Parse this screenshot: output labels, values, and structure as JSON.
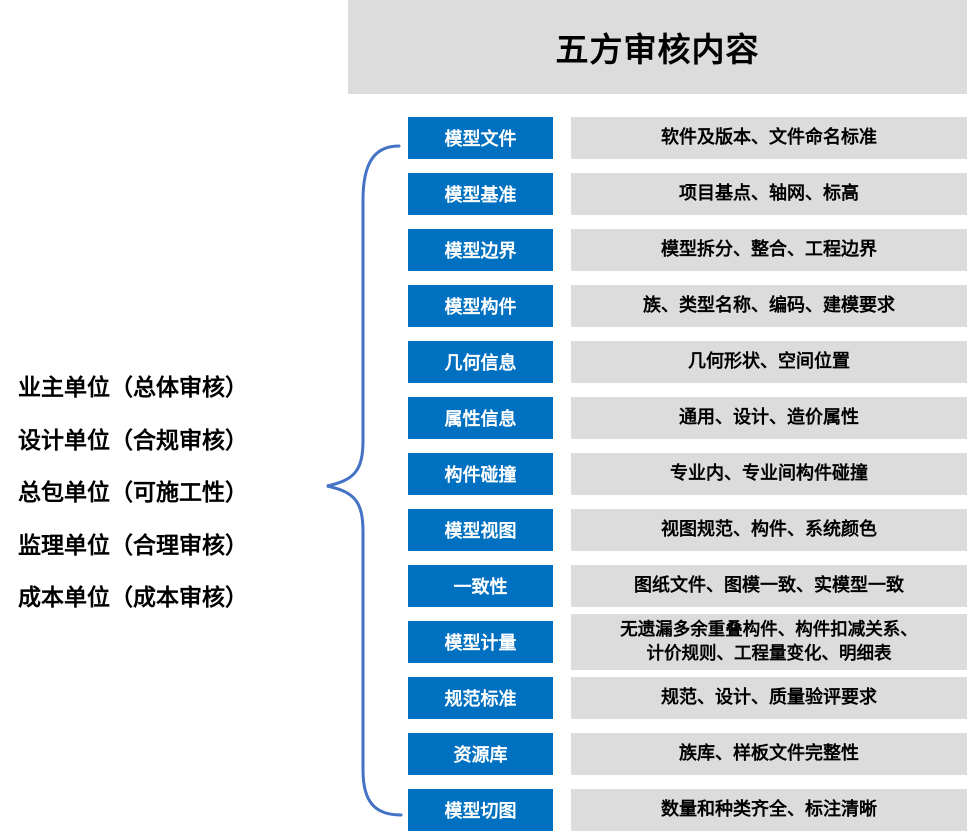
{
  "title": "五方审核内容",
  "parties": [
    "业主单位（总体审核）",
    "设计单位（合规审核）",
    "总包单位（可施工性）",
    "监理单位（合理审核）",
    "成本单位（成本审核）"
  ],
  "items": [
    {
      "category": "模型文件",
      "content": "软件及版本、文件命名标准"
    },
    {
      "category": "模型基准",
      "content": "项目基点、轴网、标高"
    },
    {
      "category": "模型边界",
      "content": "模型拆分、整合、工程边界"
    },
    {
      "category": "模型构件",
      "content": "族、类型名称、编码、建模要求"
    },
    {
      "category": "几何信息",
      "content": "几何形状、空间位置"
    },
    {
      "category": "属性信息",
      "content": "通用、设计、造价属性"
    },
    {
      "category": "构件碰撞",
      "content": "专业内、专业间构件碰撞"
    },
    {
      "category": "模型视图",
      "content": "视图规范、构件、系统颜色"
    },
    {
      "category": "一致性",
      "content": "图纸文件、图模一致、实模型一致"
    },
    {
      "category": "模型计量",
      "content_line1": "无遗漏多余重叠构件、构件扣减关系、",
      "content_line2": "计价规则、工程量变化、明细表"
    },
    {
      "category": "规范标准",
      "content": "规范、设计、质量验评要求"
    },
    {
      "category": "资源库",
      "content": "族库、样板文件完整性"
    },
    {
      "category": "模型切图",
      "content": "数量和种类齐全、标注清晰"
    }
  ],
  "colors": {
    "category_bg": "#0070c0",
    "content_bg": "#dcdcdc",
    "title_bg": "#dcdcdc",
    "bracket": "#4472c4"
  }
}
